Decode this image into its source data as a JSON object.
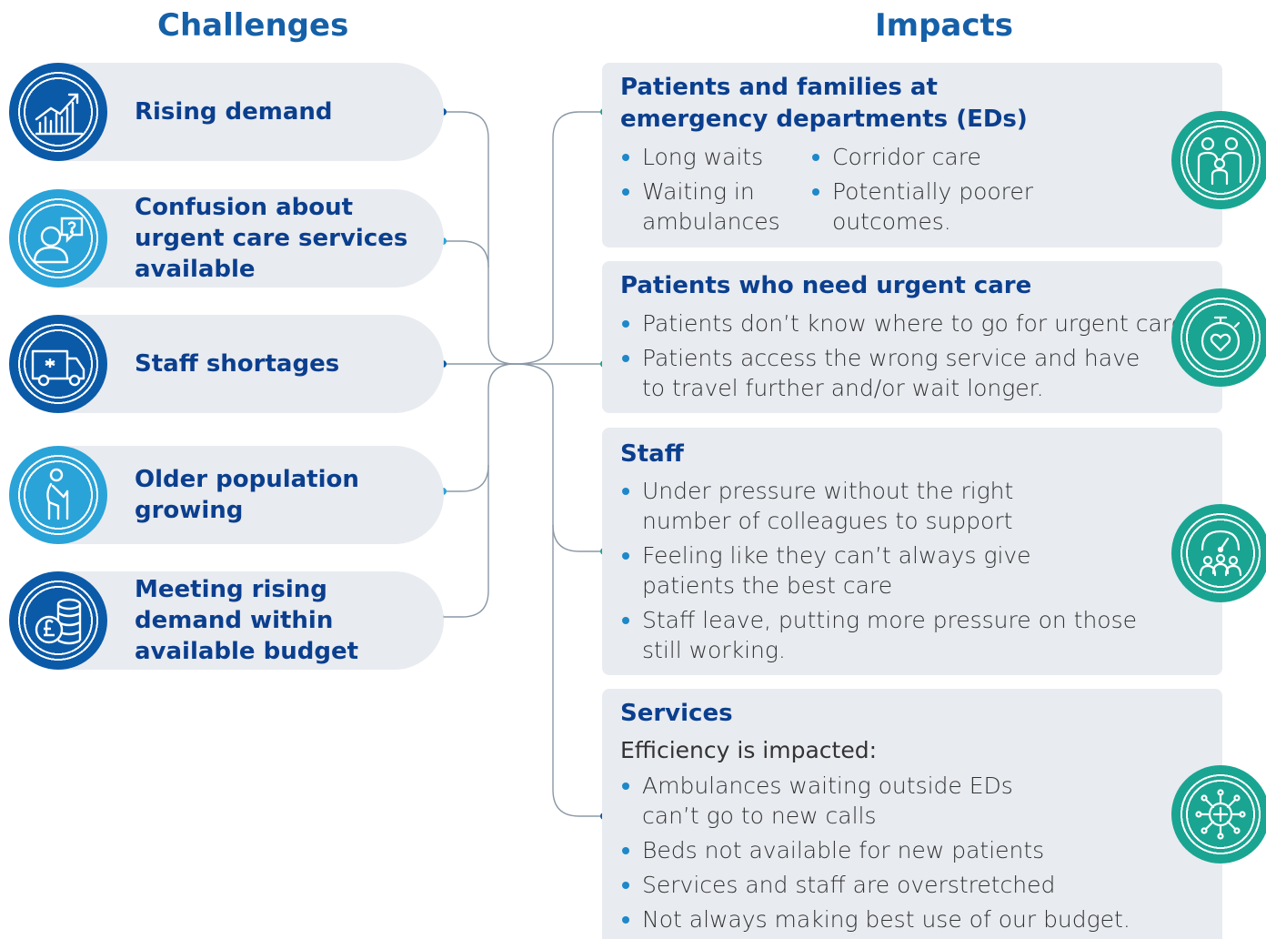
{
  "headings": {
    "challenges": "Challenges",
    "impacts": "Impacts"
  },
  "challenges": [
    {
      "label": "Rising demand",
      "icon": "rising-chart-icon",
      "color": "#0a5aa8"
    },
    {
      "label": "Confusion about urgent care services available",
      "icon": "person-question-icon",
      "color": "#2aa3d8"
    },
    {
      "label": "Staff shortages",
      "icon": "ambulance-icon",
      "color": "#0a5aa8"
    },
    {
      "label": "Older population growing",
      "icon": "elderly-person-icon",
      "color": "#2aa3d8"
    },
    {
      "label": "Meeting rising demand within available budget",
      "icon": "pound-coins-icon",
      "color": "#0a5aa8"
    }
  ],
  "impacts": {
    "ed": {
      "title": "Patients and families at emergency departments (EDs)",
      "items": [
        "Long waits",
        "Waiting in ambulances",
        "Corridor care",
        "Potentially poorer outcomes."
      ],
      "icon": "family-icon"
    },
    "urgent": {
      "title": "Patients who need urgent care",
      "items": [
        "Patients don’t know where to go for urgent care",
        "Patients access the wrong service and have to travel further and/or wait longer."
      ],
      "icon": "stopwatch-heart-icon"
    },
    "staff": {
      "title": "Staff",
      "items": [
        "Under pressure without the right number of colleagues to support",
        "Feeling like they can’t always give patients the best care",
        "Staff leave, putting more pressure on those still working."
      ],
      "icon": "team-pressure-icon"
    },
    "services": {
      "title": "Services",
      "intro": "Efficiency is impacted:",
      "items": [
        "Ambulances waiting outside EDs can’t go to new calls",
        "Beds not available for new patients",
        "Services and staff are overstretched",
        "Not always making best use of our budget."
      ],
      "icon": "medical-network-icon"
    }
  },
  "colors": {
    "navy": "#0b3f8e",
    "blue": "#0a5aa8",
    "cyan": "#2aa3d8",
    "teal": "#1aa592",
    "card": "#e8ebf0"
  }
}
